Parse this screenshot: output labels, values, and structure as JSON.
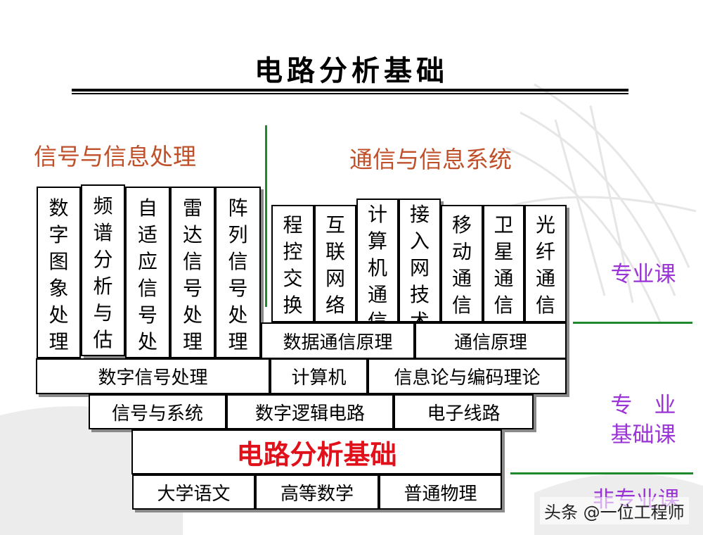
{
  "title": "电路分析基础",
  "sections": {
    "left": "信号与信息处理",
    "right": "通信与信息系统"
  },
  "specialty_courses_left": [
    "数字图象处理",
    "频谱分析与估计",
    "自适应信号处理",
    "雷达信号处理",
    "阵列信号处理"
  ],
  "specialty_courses_right": [
    "程控交换",
    "互联网络",
    "计算机通信",
    "接入网技术",
    "移动通信",
    "卫星通信",
    "光纤通信"
  ],
  "row_comm": [
    "数据通信原理",
    "通信原理"
  ],
  "row_dsp": [
    "数字信号处理",
    "计算机",
    "信息论与编码理论"
  ],
  "row_basic": [
    "信号与系统",
    "数字逻辑电路",
    "电子线路"
  ],
  "foundation": "电路分析基础",
  "row_general": [
    "大学语文",
    "高等数学",
    "普通物理"
  ],
  "levels": {
    "professional": "专业课",
    "professional_basic_1": "专　业",
    "professional_basic_2": "基础课",
    "non_professional": "非专业课"
  },
  "watermark": "头条 @一位工程师",
  "colors": {
    "section_heading": "#c0502a",
    "level_label": "#9b34d6",
    "highlight": "#e0111b",
    "divider_green": "#1f8a2d"
  }
}
